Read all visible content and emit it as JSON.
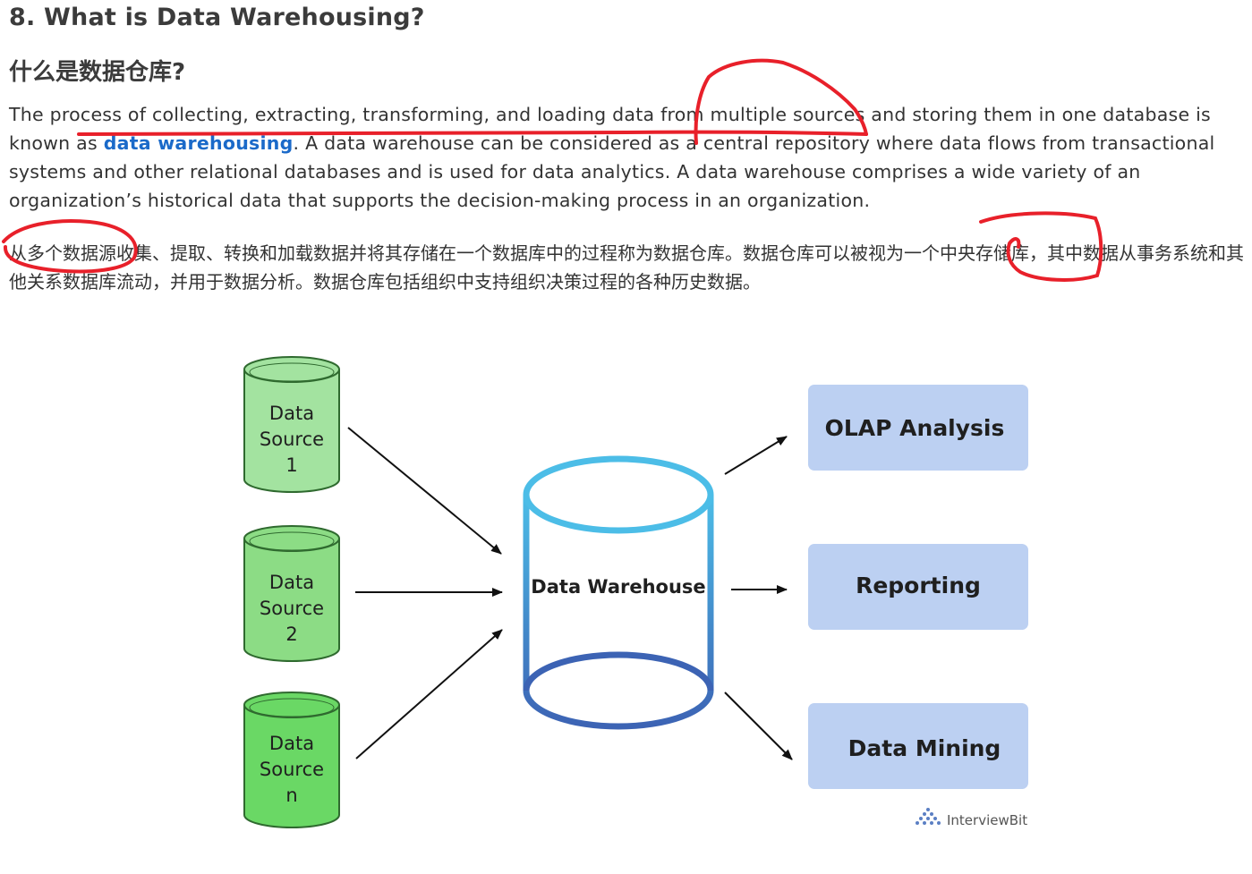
{
  "article": {
    "heading": "8. What is Data Warehousing?",
    "subheading_zh": "什么是数据仓库?",
    "para_en": {
      "before_link": "The process of collecting, extracting, transforming, and loading data from multiple sources and storing them in one database is known as ",
      "link": "data warehousing",
      "after_link": ". A data warehouse can be considered as a central repository where data flows from transactional systems and other relational databases and is used for data analytics. A data warehouse comprises a wide variety of an organization’s historical data that supports the decision-making process in an organization."
    },
    "para_zh": "从多个数据源收集、提取、转换和加载数据并将其存储在一个数据库中的过程称为数据仓库。数据仓库可以被视为一个中央存储库，其中数据从事务系统和其他关系数据库流动，并用于数据分析。数据仓库包括组织中支持组织决策过程的各种历史数据。"
  },
  "diagram": {
    "sources": [
      {
        "line1": "Data",
        "line2": "Source",
        "line3": "1",
        "fill": "#a3e3a0"
      },
      {
        "line1": "Data",
        "line2": "Source",
        "line3": "2",
        "fill": "#8cdc85"
      },
      {
        "line1": "Data",
        "line2": "Source",
        "line3": "n",
        "fill": "#6ad865"
      }
    ],
    "warehouse_label": "Data Warehouse",
    "outputs": [
      "OLAP Analysis",
      "Reporting",
      "Data Mining"
    ],
    "logo_text": "InterviewBit"
  },
  "colors": {
    "link": "#1b6ac9",
    "output_box": "#bcd0f2",
    "annotation": "#e8202a",
    "warehouse_top": "#4cbde7",
    "warehouse_bottom": "#3c63b4"
  }
}
